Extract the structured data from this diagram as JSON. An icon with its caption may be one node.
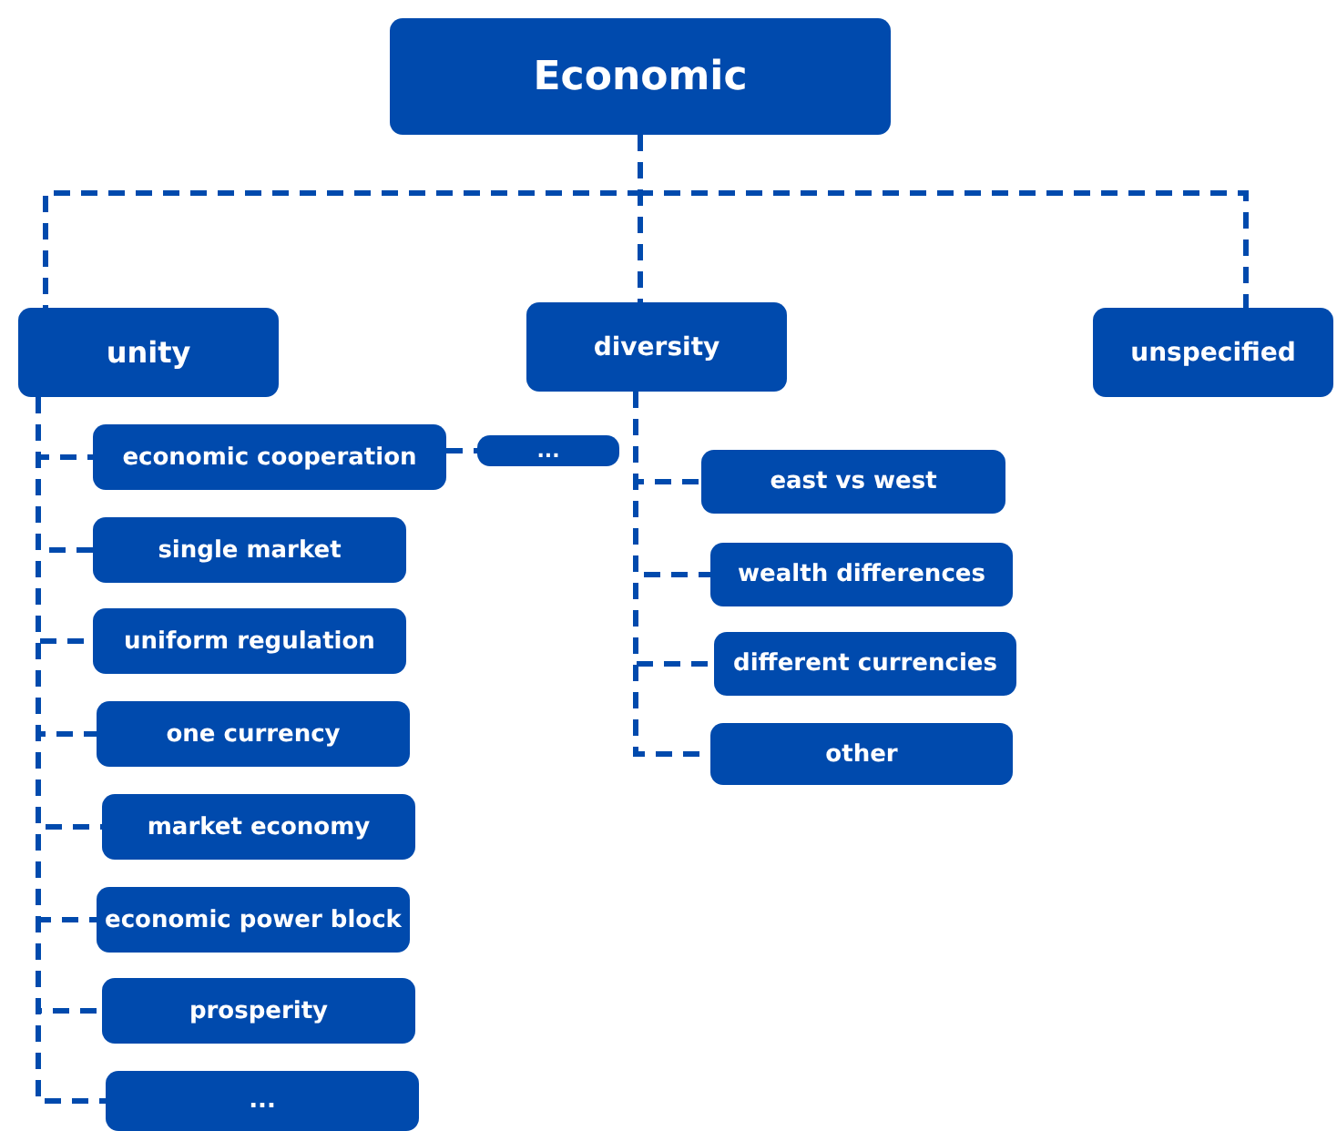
{
  "diagram": {
    "nodes": [
      {
        "text": [
          "Economic"
        ]
      },
      {
        "text": [
          "unity"
        ]
      },
      {
        "text": [
          "diversity"
        ]
      },
      {
        "text": [
          "unspecified"
        ]
      },
      {
        "text": [
          "economic cooperation"
        ]
      },
      {
        "text": [
          "..."
        ]
      },
      {
        "text": [
          "single market"
        ]
      },
      {
        "text": [
          "uniform regulation"
        ]
      },
      {
        "text": [
          "one currency"
        ]
      },
      {
        "text": [
          "market economy"
        ]
      },
      {
        "text": [
          "economic power block"
        ]
      },
      {
        "text": [
          "prosperity"
        ]
      },
      {
        "text": [
          "..."
        ]
      },
      {
        "text": [
          "east vs west"
        ]
      },
      {
        "text": [
          "wealth differences"
        ]
      },
      {
        "text": [
          "different currencies"
        ]
      },
      {
        "text": [
          "other"
        ]
      }
    ],
    "edges": [
      {
        "from": 0,
        "to": 1,
        "arrow": "none",
        "style": "dashed"
      },
      {
        "from": 0,
        "to": 2,
        "arrow": "none",
        "style": "dashed"
      },
      {
        "from": 0,
        "to": 3,
        "arrow": "none",
        "style": "dashed"
      },
      {
        "from": 1,
        "to": 4,
        "arrow": "none",
        "style": "dashed"
      },
      {
        "from": 4,
        "to": 5,
        "arrow": "none",
        "style": "dashed"
      },
      {
        "from": 1,
        "to": 6,
        "arrow": "none",
        "style": "dashed"
      },
      {
        "from": 1,
        "to": 7,
        "arrow": "none",
        "style": "dashed"
      },
      {
        "from": 1,
        "to": 8,
        "arrow": "none",
        "style": "dashed"
      },
      {
        "from": 1,
        "to": 9,
        "arrow": "none",
        "style": "dashed"
      },
      {
        "from": 1,
        "to": 10,
        "arrow": "none",
        "style": "dashed"
      },
      {
        "from": 1,
        "to": 11,
        "arrow": "none",
        "style": "dashed"
      },
      {
        "from": 1,
        "to": 12,
        "arrow": "none",
        "style": "dashed"
      },
      {
        "from": 2,
        "to": 13,
        "arrow": "none",
        "style": "dashed"
      },
      {
        "from": 2,
        "to": 14,
        "arrow": "none",
        "style": "dashed"
      },
      {
        "from": 2,
        "to": 15,
        "arrow": "none",
        "style": "dashed"
      },
      {
        "from": 2,
        "to": 16,
        "arrow": "none",
        "style": "dashed"
      }
    ]
  }
}
